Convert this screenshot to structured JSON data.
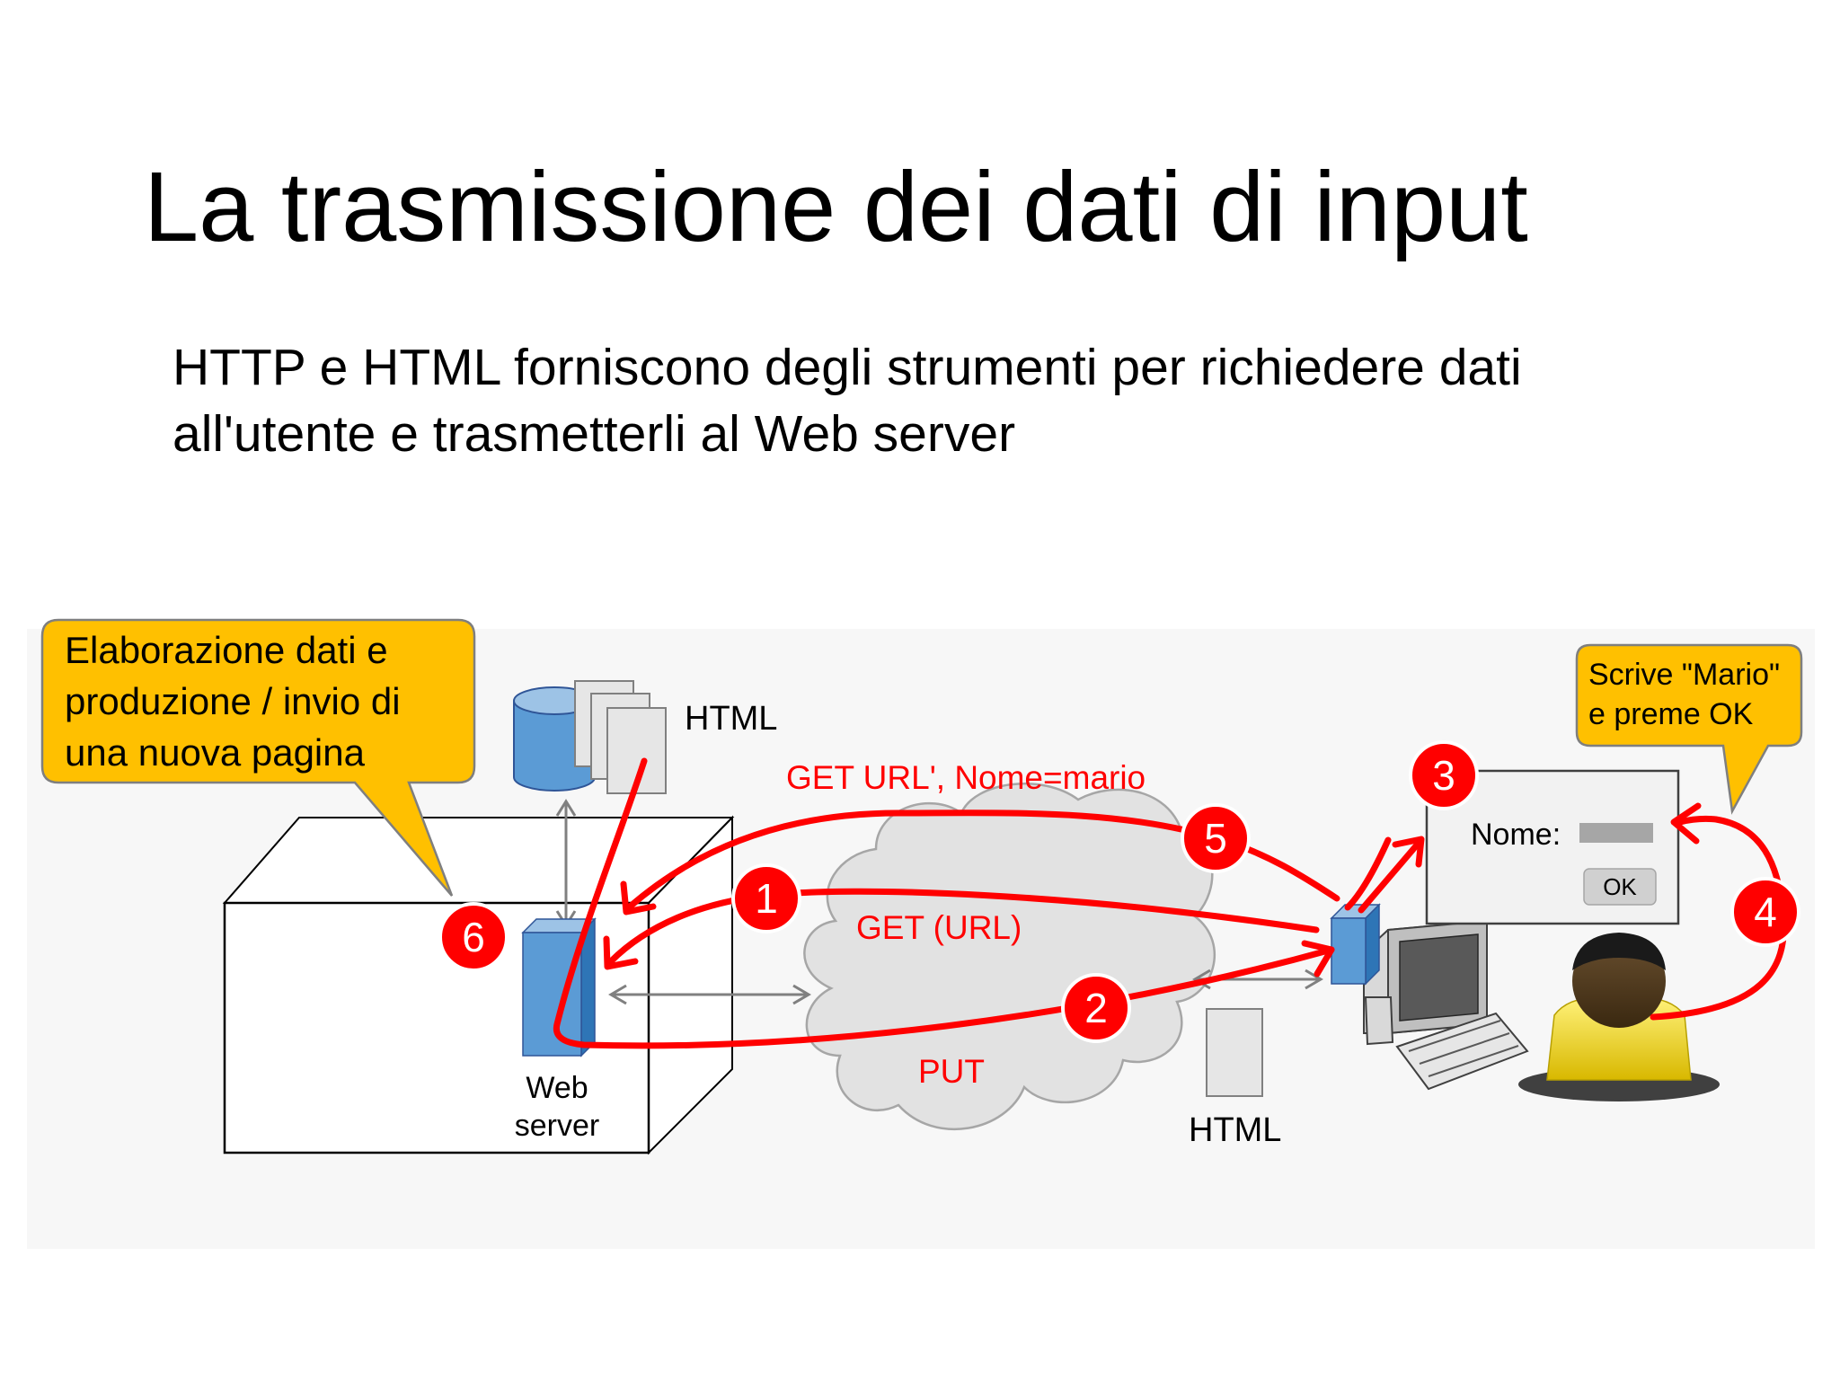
{
  "slide": {
    "title": "La trasmissione dei dati di input",
    "subtitle_line1": "HTTP e HTML forniscono degli strumenti per richiedere dati",
    "subtitle_line2": "all'utente e trasmetterli al Web server"
  },
  "diagram": {
    "callout_server": {
      "line1": "Elaborazione dati e",
      "line2": "produzione / invio di",
      "line3": "una nuova pagina"
    },
    "callout_user": {
      "line1": "Scrive \"Mario\"",
      "line2": "e preme OK"
    },
    "html_label_top": "HTML",
    "html_label_bottom": "HTML",
    "server_label_line1": "Web",
    "server_label_line2": "server",
    "label_get_url_prime": "GET URL', Nome=mario",
    "label_get_url": "GET (URL)",
    "label_put": "PUT",
    "form": {
      "field_label": "Nome:",
      "ok_button": "OK"
    },
    "steps": [
      "1",
      "2",
      "3",
      "4",
      "5",
      "6"
    ]
  },
  "colors": {
    "red": "#ff0000",
    "callout_fill": "#ffc000",
    "server_blue": "#5b9bd5",
    "cloud_fill": "#e2e2e2"
  }
}
